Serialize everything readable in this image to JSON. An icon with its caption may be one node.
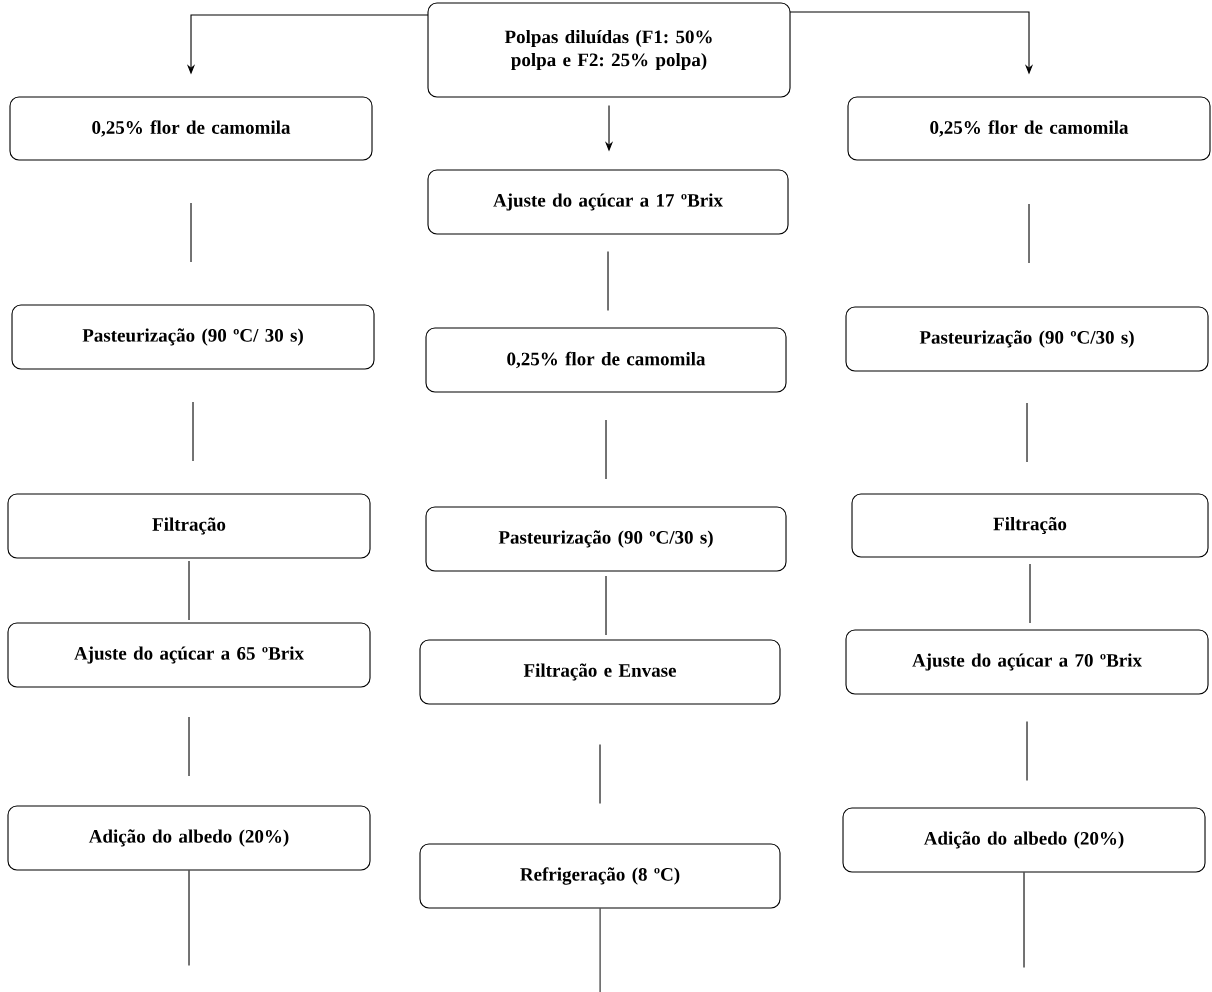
{
  "diagram": {
    "nodes": [
      {
        "text": [
          "Polpas diluídas (F1: 50% polpa e F2: 25% polpa)"
        ]
      },
      {
        "text": [
          "0,25% flor de camomila"
        ]
      },
      {
        "text": [
          "Pasteurização (90 ºC/ 30 s)"
        ]
      },
      {
        "text": [
          "Filtração"
        ]
      },
      {
        "text": [
          "Ajuste do açúcar a 65 ºBrix"
        ]
      },
      {
        "text": [
          "Adição do albedo (20%)"
        ]
      },
      {
        "text": [
          "Ajuste do açúcar a 17 ºBrix"
        ]
      },
      {
        "text": [
          "0,25% flor de camomila"
        ]
      },
      {
        "text": [
          "Pasteurização (90 ºC/30 s)"
        ]
      },
      {
        "text": [
          "Filtração e Envase"
        ]
      },
      {
        "text": [
          "Refrigeração (8 ºC)"
        ]
      },
      {
        "text": [
          "0,25% flor de camomila"
        ]
      },
      {
        "text": [
          "Pasteurização (90 ºC/30 s)"
        ]
      },
      {
        "text": [
          "Filtração"
        ]
      },
      {
        "text": [
          "Ajuste do açúcar a 70 ºBrix"
        ]
      },
      {
        "text": [
          "Adição do albedo (20%)"
        ]
      }
    ],
    "edges": [
      {
        "from": 0,
        "to": 1,
        "arrow": "to"
      },
      {
        "from": 0,
        "to": 6,
        "arrow": "to"
      },
      {
        "from": 0,
        "to": 11,
        "arrow": "to"
      },
      {
        "from": 1,
        "to": 2,
        "arrow": "none"
      },
      {
        "from": 2,
        "to": 3,
        "arrow": "none"
      },
      {
        "from": 3,
        "to": 4,
        "arrow": "none"
      },
      {
        "from": 4,
        "to": 5,
        "arrow": "none"
      },
      {
        "from": 5,
        "to": null,
        "arrow": "none"
      },
      {
        "from": 6,
        "to": 7,
        "arrow": "none"
      },
      {
        "from": 7,
        "to": 8,
        "arrow": "none"
      },
      {
        "from": 8,
        "to": 9,
        "arrow": "none"
      },
      {
        "from": 9,
        "to": 10,
        "arrow": "none"
      },
      {
        "from": 10,
        "to": null,
        "arrow": "none"
      },
      {
        "from": 11,
        "to": 12,
        "arrow": "none"
      },
      {
        "from": 12,
        "to": 13,
        "arrow": "none"
      },
      {
        "from": 13,
        "to": 14,
        "arrow": "none"
      },
      {
        "from": 14,
        "to": 15,
        "arrow": "none"
      },
      {
        "from": 15,
        "to": null,
        "arrow": "none"
      }
    ]
  }
}
